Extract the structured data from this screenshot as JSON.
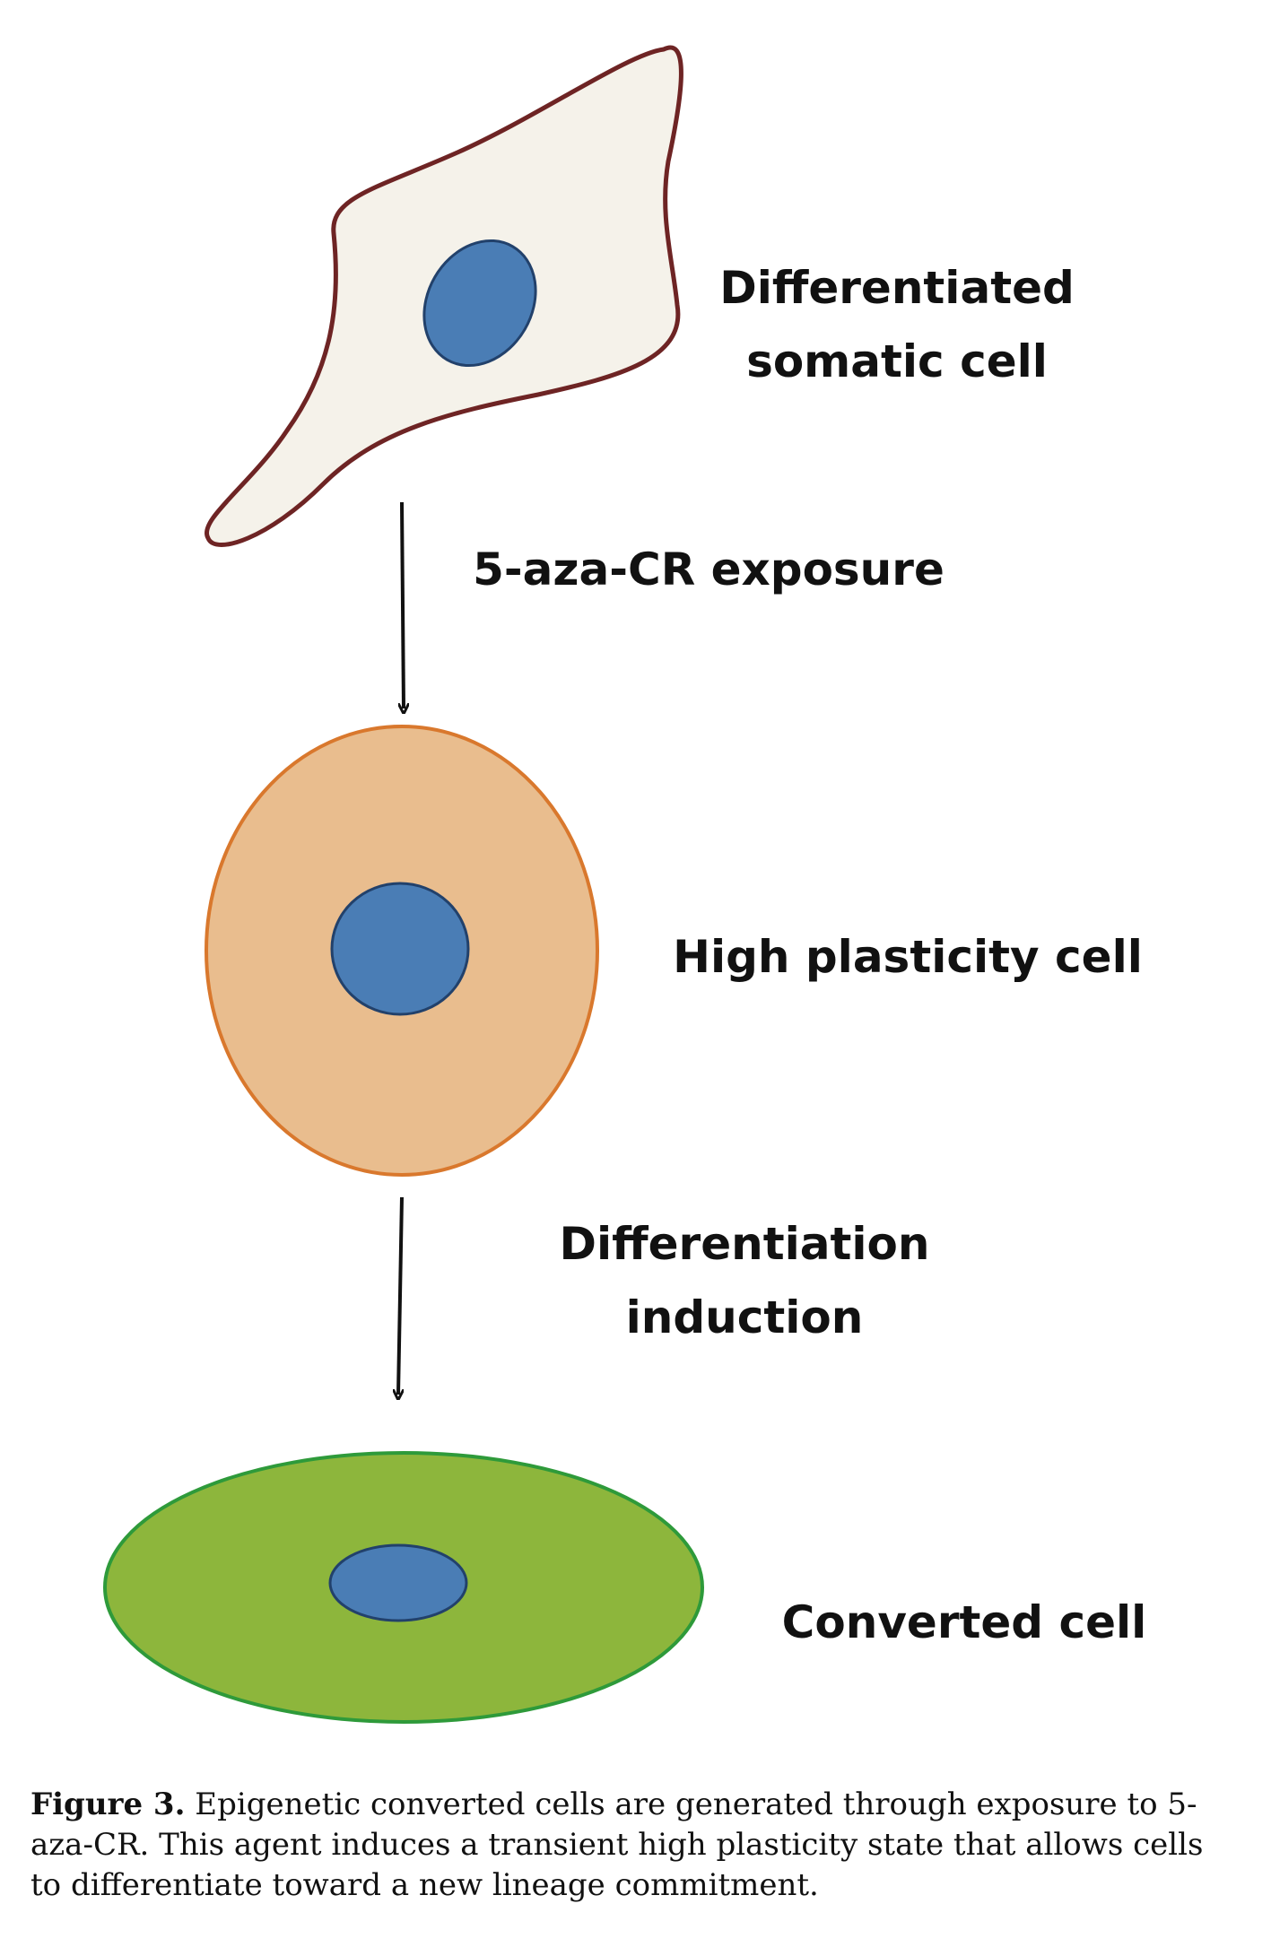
{
  "diagram": {
    "stages": [
      {
        "label_line1": "Differentiated",
        "label_line2": "somatic cell",
        "fill": "#f5f2ea",
        "stroke": "#6e2424"
      },
      {
        "label": "High plasticity cell",
        "fill": "#e9bd8e",
        "stroke": "#d9782d"
      },
      {
        "label": "Converted cell",
        "fill": "#8db63c",
        "stroke": "#2e9a3a"
      }
    ],
    "nucleus": {
      "fill": "#4a7db5",
      "stroke": "#22416b"
    },
    "arrows": [
      {
        "label": "5-aza-CR exposure"
      },
      {
        "label_line1": "Differentiation",
        "label_line2": "induction"
      }
    ]
  },
  "caption": {
    "figure_label": "Figure 3.",
    "text": " Epigenetic converted cells are generated through exposure to 5-aza-CR. This agent induces a transient high plasticity state that allows cells to differentiate toward a new lineage commitment."
  }
}
